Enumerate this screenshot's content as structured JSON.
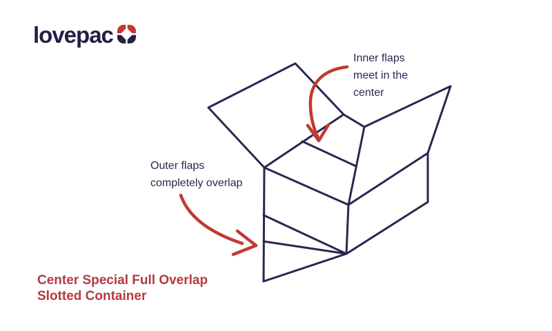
{
  "logo": {
    "text": "lovepac"
  },
  "diagram": {
    "annotation_inner": "Inner flaps\nmeet in the\ncenter",
    "annotation_outer": "Outer flaps\ncompletely overlap"
  },
  "caption": {
    "title": "Center Special Full Overlap\nSlotted Container"
  },
  "colors": {
    "ink": "#2b2550",
    "red": "#c13a31",
    "title_red": "#b43a42",
    "logo_navy": "#232046",
    "logo_red": "#c13a31"
  }
}
